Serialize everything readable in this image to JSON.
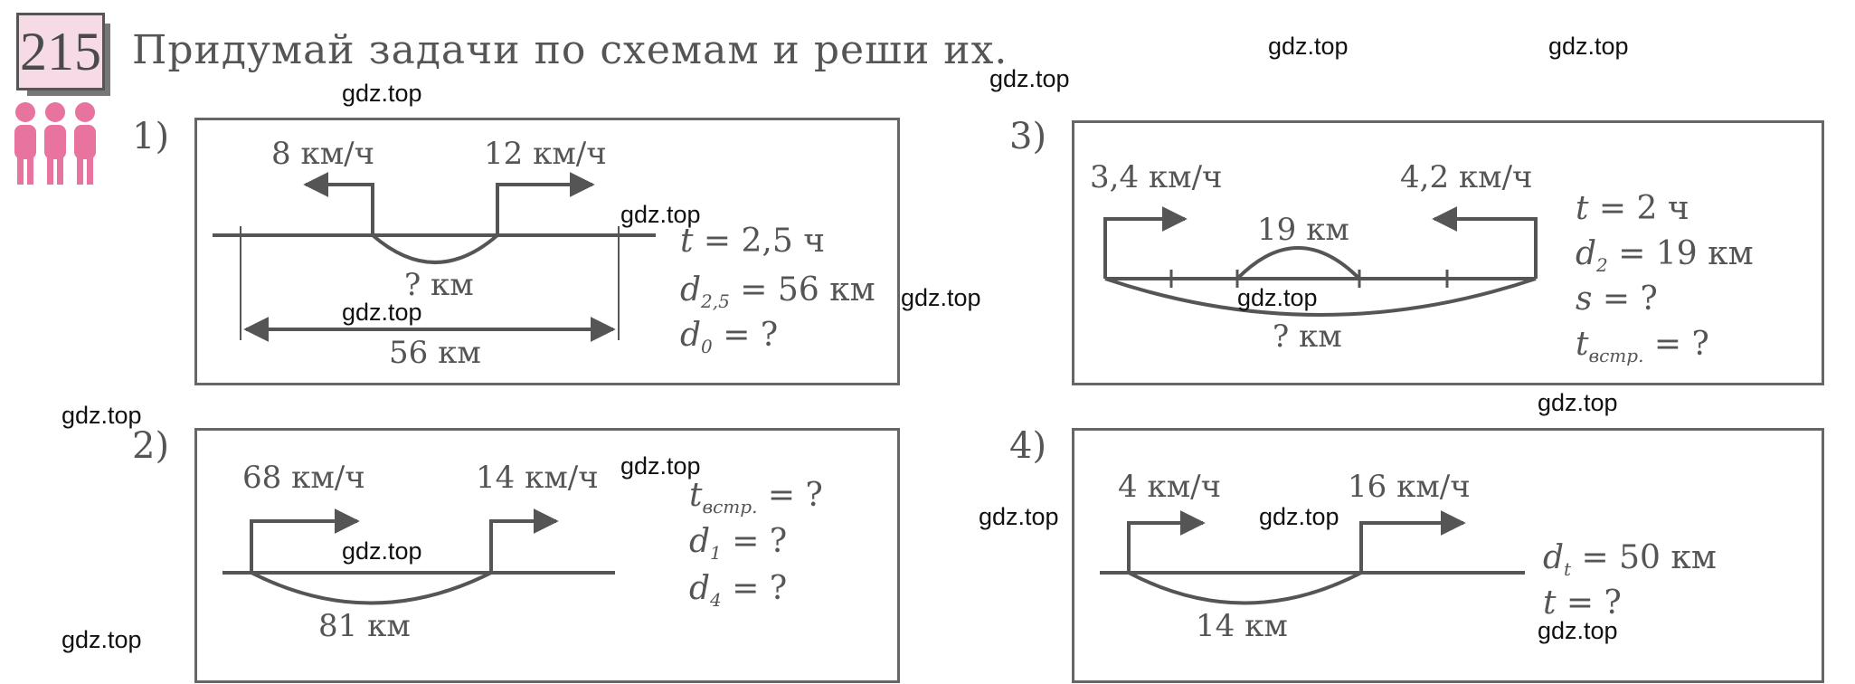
{
  "exercise": {
    "number": "215",
    "title": "Придумай задачи по схемам и реши их.",
    "pair_icon": "three-people-icon"
  },
  "colors": {
    "accent_pink": "#e8739f",
    "number_bg": "#f6dbe6",
    "ink": "#4a4a4a"
  },
  "watermark": "gdz.top",
  "problems": [
    {
      "label": "1)",
      "speed_left": "8 км/ч",
      "speed_right": "12 км/ч",
      "gap": "? км",
      "total": "56 км",
      "given": {
        "t_sym": "t",
        "t_rest": " = 2,5 ч",
        "d_sym": "d",
        "d_sub": "2,5",
        "d_rest": " = 56 км",
        "d0_sym": "d",
        "d0_sub": "0",
        "d0_rest": " = ?"
      }
    },
    {
      "label": "2)",
      "speed_left": "68 км/ч",
      "speed_right": "14 км/ч",
      "distance": "81 км",
      "given": {
        "t_sym": "t",
        "t_sub": "встр.",
        "t_rest": " = ?",
        "d1_sym": "d",
        "d1_sub": "1",
        "d1_rest": " = ?",
        "d4_sym": "d",
        "d4_sub": "4",
        "d4_rest": " = ?"
      }
    },
    {
      "label": "3)",
      "speed_left": "3,4 км/ч",
      "speed_right": "4,2 км/ч",
      "inner": "19 км",
      "total": "? км",
      "given": {
        "t_sym": "t",
        "t_rest": " = 2 ч",
        "d_sym": "d",
        "d_sub": "2",
        "d_rest": " = 19 км",
        "s_sym": "s",
        "s_rest": " = ?",
        "tv_sym": "t",
        "tv_sub": "встр.",
        "tv_rest": " = ?"
      }
    },
    {
      "label": "4)",
      "speed_left": "4 км/ч",
      "speed_right": "16 км/ч",
      "distance": "14 км",
      "given": {
        "d_sym": "d",
        "d_sub": "t",
        "d_rest": " = 50 км",
        "t_sym": "t",
        "t_rest": " = ?"
      }
    }
  ]
}
